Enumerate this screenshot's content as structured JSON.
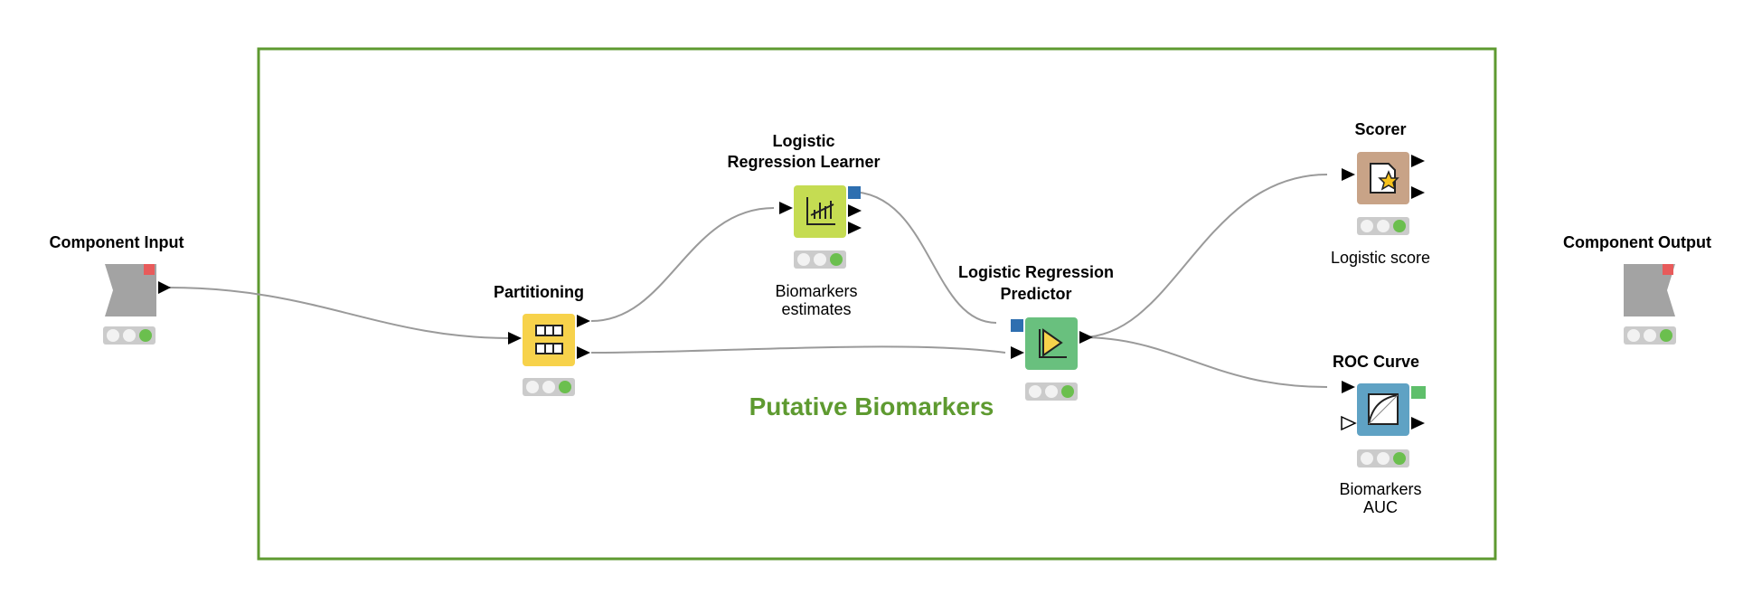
{
  "workflow": {
    "annotation": {
      "label": "Putative Biomarkers",
      "color": "#5e9a30"
    },
    "nodes": {
      "component_input": {
        "title": "Component Input",
        "color": "#a3a3a3"
      },
      "partitioning": {
        "title": "Partitioning",
        "color": "#f7d24b"
      },
      "lr_learner": {
        "title_line1": "Logistic",
        "title_line2": "Regression Learner",
        "desc_line1": "Biomarkers",
        "desc_line2": "estimates",
        "color": "#c5dc52"
      },
      "lr_predictor": {
        "title_line1": "Logistic Regression",
        "title_line2": "Predictor",
        "color": "#69c07e"
      },
      "scorer": {
        "title": "Scorer",
        "desc": "Logistic score",
        "color": "#c8a387"
      },
      "roc_curve": {
        "title": "ROC Curve",
        "desc_line1": "Biomarkers",
        "desc_line2": "AUC",
        "color": "#5fa2c4"
      },
      "component_output": {
        "title": "Component Output",
        "color": "#a3a3a3"
      }
    },
    "colors": {
      "model_port": "#2e6fb0",
      "image_port": "#5fbf6b",
      "flow_port": "#e85b5b",
      "status_green": "#6bbf4e",
      "connection": "#9a9a9a"
    }
  }
}
